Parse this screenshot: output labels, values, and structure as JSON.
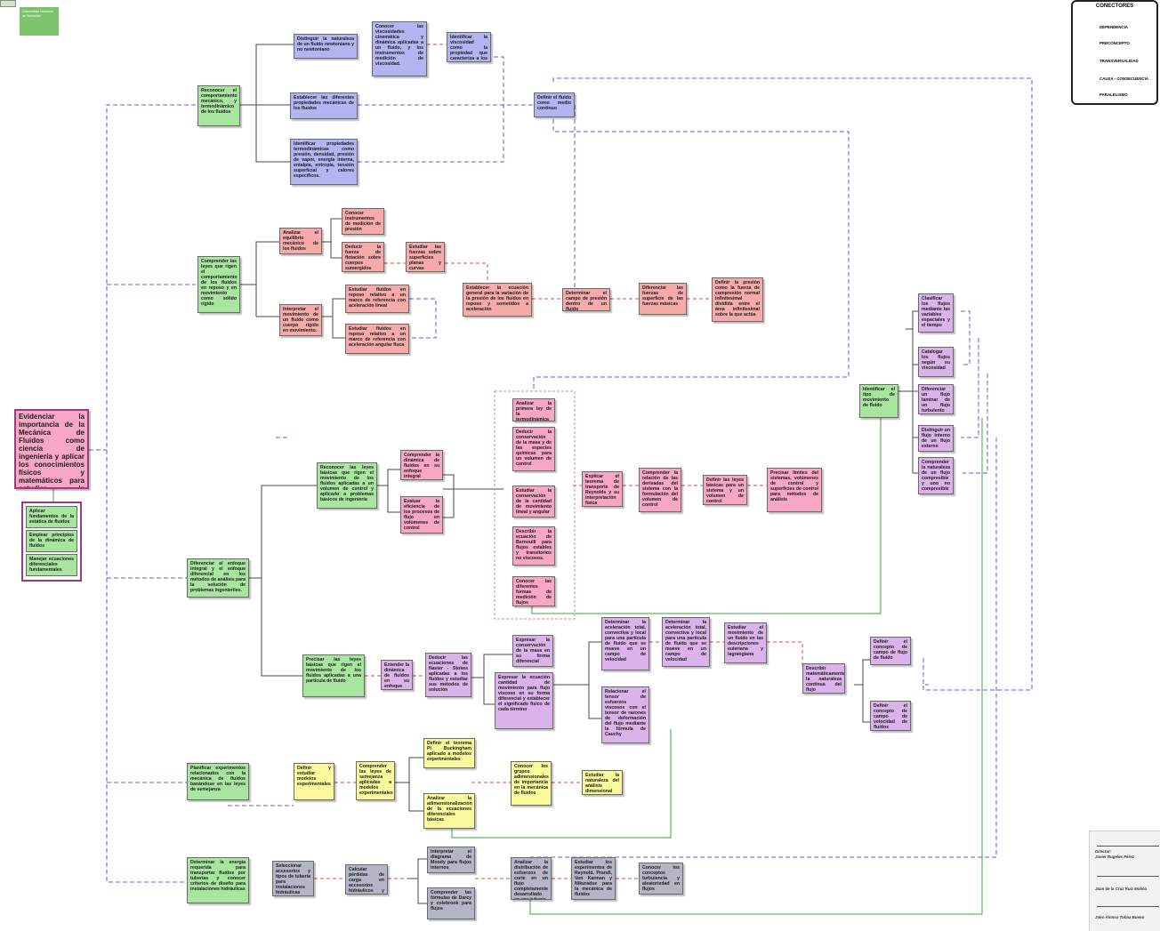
{
  "logo": {
    "text": "Universidad Industrial de Santander"
  },
  "legend": {
    "title": "CONECTORES",
    "items": [
      {
        "label": "DEPENDENCIA",
        "color": "#3aa83a"
      },
      {
        "label": "PRECONCEPTO",
        "color": "#36b8b0"
      },
      {
        "label": "TRANSVERSALIDAD",
        "color": "#3a3acc"
      },
      {
        "label": "CAUSA - CONSECUENCIA",
        "color": "#e04848"
      },
      {
        "label": "PARALELISMO",
        "color": "#555555"
      }
    ]
  },
  "main_goal": "Evidenciar la importancia de la Mecánica de Fluidos como ciencia de ingeniería y aplicar los conocimientos físicos y matemáticos para estudiar la naturaleza y el comportamiento de los fluidos.",
  "sub_goals": [
    "Aplicar fundamentos de la estática de fluidos",
    "Emplear principios de la dinámica de fluidos",
    "Manejar ecuaciones diferenciales fundamentales"
  ],
  "nodes": {
    "reconocer_comp": "Reconocer el comportamiento mecánico, y termodinámico de los fluidos",
    "distinguir_nat": "Distinguir la naturaleza de un fluido newtoniano y no newtoniano",
    "conocer_visc": "Conocer las viscosidades cinemática y dinámica aplicadas a un fluido, y los instrumentos de medición de viscosidad.",
    "identificar_visc": "Identificar la viscosidad como la propiedad que caracteriza a los fluidos",
    "establecer_prop": "Establecer las diferentes propiedades mecánicas de los fluidos",
    "definir_medio": "Definir el fluido como medio continuo",
    "identificar_termo": "Identificar propiedades termodinámicas como presión, densidad, presión de vapor, energía interna, entalpía, entropía, tensión superficial y calores específicos.",
    "comprender_leyes": "Comprender las leyes que rigen el comportamiento de los fluidos en reposo y en movimiento como sólido rígido",
    "analizar_equil": "Analizar el equilibrio mecánico de los fluidos",
    "conocer_instr": "Conocer instrumentos de medición de presión",
    "deducir_flot": "Deducir la fuerza de flotación sobre cuerpos sumergidos",
    "estudiar_sup": "Estudiar las fuerzas sobre superficies planas y curvas sumergidas",
    "interpretar_mov": "Interpretar el movimiento de un fluido como cuerpo rígido en movimiento.",
    "estudiar_lineal": "Estudiar fluidos en reposo relativo a un marco de referencia con aceleración lineal",
    "estudiar_angular": "Estudiar fluidos en reposo relativo a un marco de referencia con aceleración angular fluca",
    "establecer_ecu": "Establecer la ecuación general para la variación de la presión de los fluidos en reposo y sometidos a aceleración",
    "determinar_campo": "Determinar el campo de presión dentro de un fluido",
    "diferenciar_fuerzas": "Diferenciar las fuerzas de superficie de las fuerzas másicas",
    "definir_presion": "Definir la presión como la fuerza de compresión normal infinitesimal dividida entre el área infinitesimal sobre la que actúa",
    "diferenciar_enfoque": "Diferenciar el enfoque integral y el enfoque diferencial en los métodos de análisis para la solución de problemas ingenieriles.",
    "reconocer_leyes_vc": "Reconocer las leyes básicas que rigen el movimiento de los fluidos aplicadas a un volumen de control y aplicarlo a problemas básicos de ingeniería",
    "comprender_din_int": "Comprender la dinámica de fluidos en su enfoque integral",
    "evaluar_efic": "Evaluar la eficiencia de los procesos de flujo en volúmenes de control",
    "analizar_primera": "Analizar la primera ley de la termodinámica",
    "deducir_cons_masa": "Deducir la conservación de la masa y de las especies químicas para un volumen de control",
    "estudiar_cons_mov": "Estudiar la conservación de la cantidad de movimiento lineal y angular",
    "describir_bern": "Describir la ecuación de Bernoulli para flujos estables y transitorios no viscosos.",
    "conocer_formas": "Conocer las diferentes formas de medición de flujos",
    "explicar_reyn": "Explicar el teorema de transporte de Reynolds y su interpretación física",
    "comprender_relacion": "Comprender la relación de las derivadas del sistema con la formulación del volumen de control",
    "definir_leyes_sis": "Definir las leyes básicas para un sistema y un volumen de control",
    "precisar_limites": "Precisar límites del sistemas, volúmenes de control y superficies de control para métodos de análisis",
    "identificar_tipo": "Identificar el tipo de movimiento de fluido",
    "clasificar_flujos": "Clasificar los flujos mediante las variables espaciales y el tiempo",
    "catalogar_visc": "Catalogar los flujos según su viscosidad",
    "diferenciar_lam": "Diferenciar un flujo laminar de un flujo turbulento",
    "distinguir_ext": "Distinguir un flujo interno de un flujo externo",
    "comprender_comp": "Comprender la naturaleza de un flujo compresible y uno no compresible",
    "precisar_leyes_part": "Precisar las leyes básicas que rigen el movimiento de los fluidos aplicadas a una partícula de fluido",
    "extender_din": "Extender la dinámica de fluidos en su enfoque diferencial",
    "deducir_navier": "Deducir las ecuaciones de Navier - Stokes aplicadas a los fluidos y estudiar sus métodos de solución",
    "expresar_masa": "Expresar la conservación de la masa en su forma diferencial",
    "expresar_cant": "Expresar la ecuación cantidad de movimiento para flujo viscoso en su forma diferencial y establecer el significado físico de cada término",
    "determinar_acel": "Determinar la aceleración total, convectiva y local para una partícula de fluido que se mueve en un campo de velocidad",
    "determinar_acel2": "Determinar la aceleración total, convectiva y local para una partícula de fluido que se mueve en un campo de velocidad",
    "estudiar_euler": "Estudiar el movimiento de un fluido en las descripciones euleriana y lagrangiana",
    "describir_mat": "Describir matemáticamente la naturaleza continua del flujo",
    "relacionar_tensor": "Relacionar el tensor de esfuerzos viscosos con el tensor de razones de deformación del flujo mediante la fórmula de Cauchy",
    "definir_campo_flujo": "Definir el concepto de campo de flujo de fluido",
    "definir_campo_vel": "Definir el concepto de campo de velocidad de fluidos",
    "planificar_exp": "Planificar experimentos relacionados con la mecánica de fluidos basándose en las leyes de semejanza",
    "definir_modelos": "Definir y estudiar modelos experimentales",
    "comprender_seme": "Comprender las leyes de semejanza aplicadas a modelos experimentales",
    "definir_buck": "Definir el teorema Pi Buckingham aplicado a modelos experimentales",
    "analizar_adim": "Analizar la adimensionalización de la ecuaciones diferenciales básicas",
    "conocer_grupos": "Conocer los grupos adimensionales de importancia en la mecánica de fluidos",
    "estudiar_anal_dim": "Estudiar la naturaleza del análisis dimensional",
    "determinar_energia": "Determinar la energía requerida para transportar fluidos por tuberías y conocer criterios de diseño para instalaciones hidráulicas",
    "seleccionar_acc": "Seleccionar accesorios y tipos de tubería para instalaciones hidráulicas",
    "calcular_perdidas": "Calcular pérdidas de carga en accesorios hidráulicos y tuberías.",
    "interpretar_moody": "Interpretar el diagrama de Moody para flujos internos",
    "comprender_darcy": "Comprender las fórmulas de Darcy y colebrook para flujos",
    "analizar_dist": "Analizar la distribución de esfuerzos de corte en un flujo completamente desarrollado en una tubería",
    "estudiar_reyn_exp": "Estudiar los experimentos de Reynold, Prandl, Von Karman y Nikuradse para la mecánica de fluidos",
    "conocer_turb": "Conocer los conceptos turbulencia y aleatoriedad en flujos"
  },
  "credits": {
    "director_label": "Director:",
    "director": "Javier Rugeles Pérez",
    "author1": "Juan de la Cruz Ruiz Molina",
    "author2": "Jairo Alonso Tobaa Bueno"
  }
}
